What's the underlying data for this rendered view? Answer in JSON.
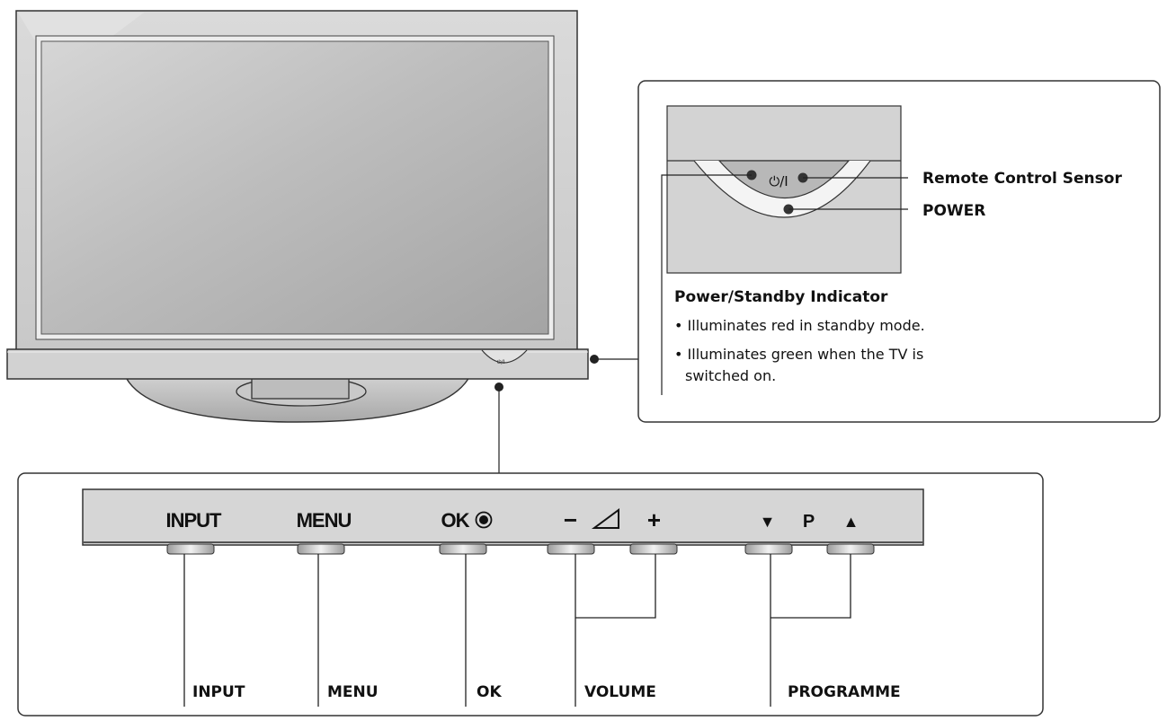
{
  "callout_top": {
    "remote_sensor_label": "Remote Control Sensor",
    "power_label": "POWER",
    "indicator_title": "Power/Standby Indicator",
    "bullets": [
      "• Illuminates red in standby mode.",
      "• Illuminates green when the TV is",
      "switched on."
    ],
    "power_symbol": "⏻/I"
  },
  "control_bar": {
    "buttons": [
      {
        "panel_text": "INPUT",
        "label": "INPUT"
      },
      {
        "panel_text": "MENU",
        "label": "MENU"
      },
      {
        "panel_text": "OK",
        "label": "OK"
      }
    ],
    "volume": {
      "minus": "−",
      "plus": "+",
      "label": "VOLUME"
    },
    "programme": {
      "down": "▼",
      "p": "P",
      "up": "▲",
      "label": "PROGRAMME"
    }
  },
  "colors": {
    "frame": "#cfcfcf",
    "screen": "#b8b8b8",
    "panel": "#d4d4d4",
    "outline": "#333333"
  }
}
